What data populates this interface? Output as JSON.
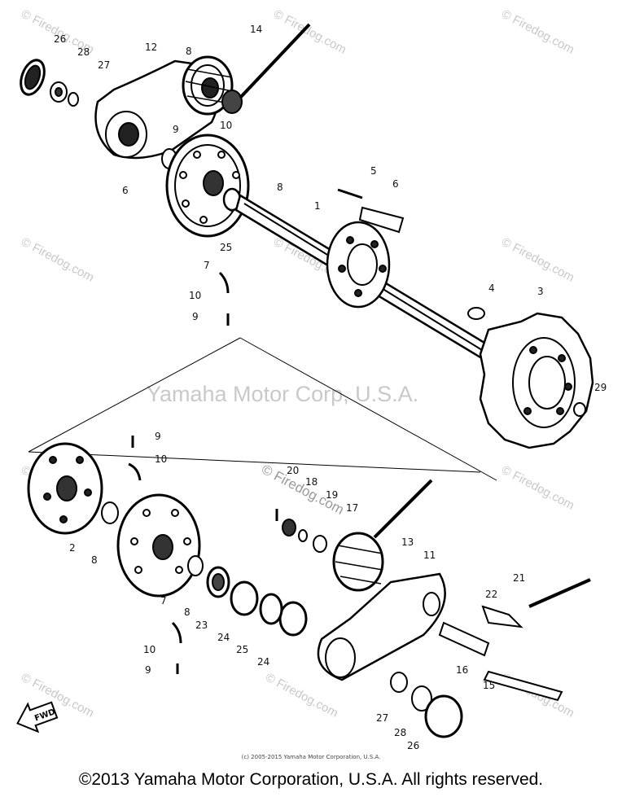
{
  "watermarks": {
    "site": "© Firedog.com",
    "corp": "Yamaha Motor Corp, U.S.A.",
    "overlay": "© Firedog.com"
  },
  "callouts": [
    "26",
    "28",
    "27",
    "12",
    "14",
    "8",
    "9",
    "10",
    "6",
    "5",
    "8",
    "1",
    "6",
    "7",
    "25",
    "10",
    "9",
    "4",
    "3",
    "29",
    "9",
    "10",
    "2",
    "8",
    "20",
    "18",
    "19",
    "17",
    "13",
    "11",
    "7",
    "8",
    "23",
    "24",
    "25",
    "24",
    "21",
    "22",
    "16",
    "15",
    "10",
    "9",
    "27",
    "28",
    "26"
  ],
  "fwd_label": "FWD",
  "credit_small": "(c) 2005-2015 Yamaha Motor Corporation, U.S.A.",
  "footer": "©2013 Yamaha Motor Corporation, U.S.A. All rights reserved."
}
